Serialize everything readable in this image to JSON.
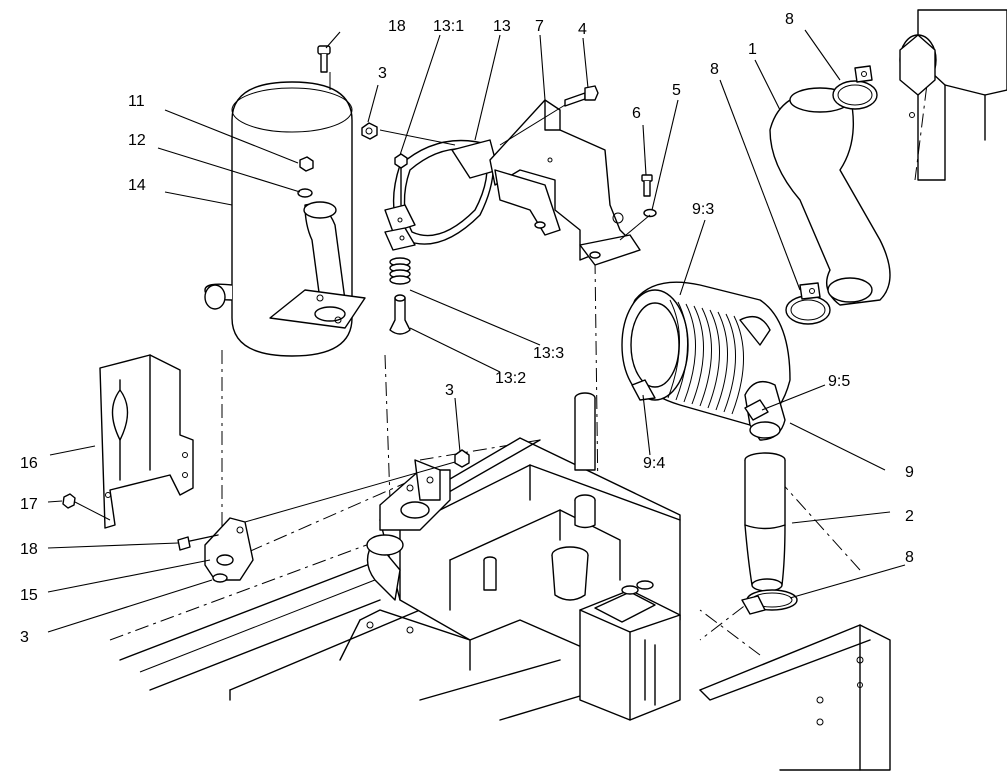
{
  "callouts": {
    "c_18_top": "18",
    "c_13_1": "13:1",
    "c_13": "13",
    "c_7": "7",
    "c_4": "4",
    "c_3_top": "3",
    "c_11": "11",
    "c_12": "12",
    "c_14": "14",
    "c_6": "6",
    "c_5": "5",
    "c_9_3": "9:3",
    "c_1": "1",
    "c_8_top": "8",
    "c_8_mid": "8",
    "c_13_3": "13:3",
    "c_13_2": "13:2",
    "c_9_5": "9:5",
    "c_3_mid": "3",
    "c_9_4": "9:4",
    "c_9": "9",
    "c_16": "16",
    "c_2": "2",
    "c_17": "17",
    "c_18_bot": "18",
    "c_8_bot": "8",
    "c_15": "15",
    "c_3_bot": "3"
  }
}
